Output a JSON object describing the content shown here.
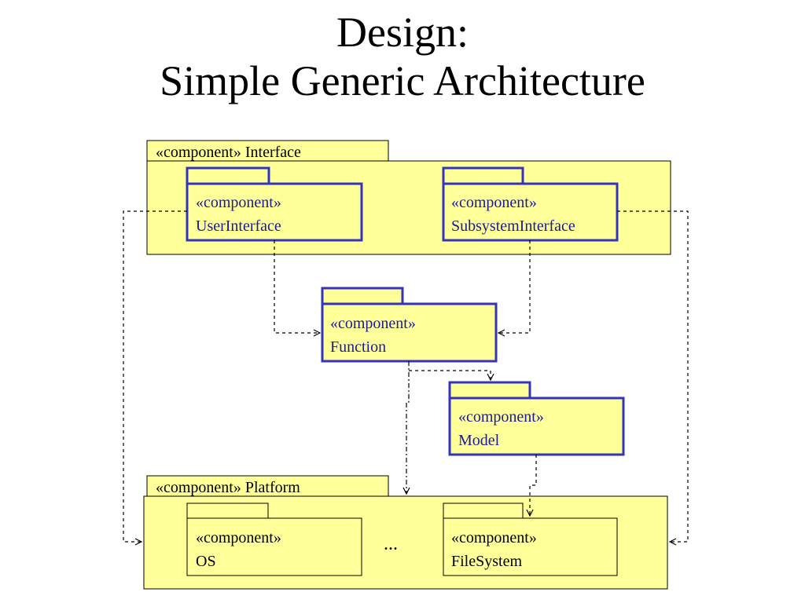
{
  "title": {
    "line1": "Design:",
    "line2": "Simple Generic Architecture"
  },
  "packages": {
    "interface": {
      "label": "«component» Interface"
    },
    "platform": {
      "label": "«component» Platform"
    }
  },
  "components": {
    "user_interface": {
      "stereotype": "«component»",
      "name": "UserInterface"
    },
    "subsystem_interface": {
      "stereotype": "«component»",
      "name": "SubsystemInterface"
    },
    "function": {
      "stereotype": "«component»",
      "name": "Function"
    },
    "model": {
      "stereotype": "«component»",
      "name": "Model"
    },
    "os": {
      "stereotype": "«component»",
      "name": "OS"
    },
    "file_system": {
      "stereotype": "«component»",
      "name": "FileSystem"
    }
  },
  "ellipsis": "...",
  "colors": {
    "fill": "#ffff99",
    "highlight_stroke": "#3333bb",
    "highlight_text": "#1a1a99"
  }
}
